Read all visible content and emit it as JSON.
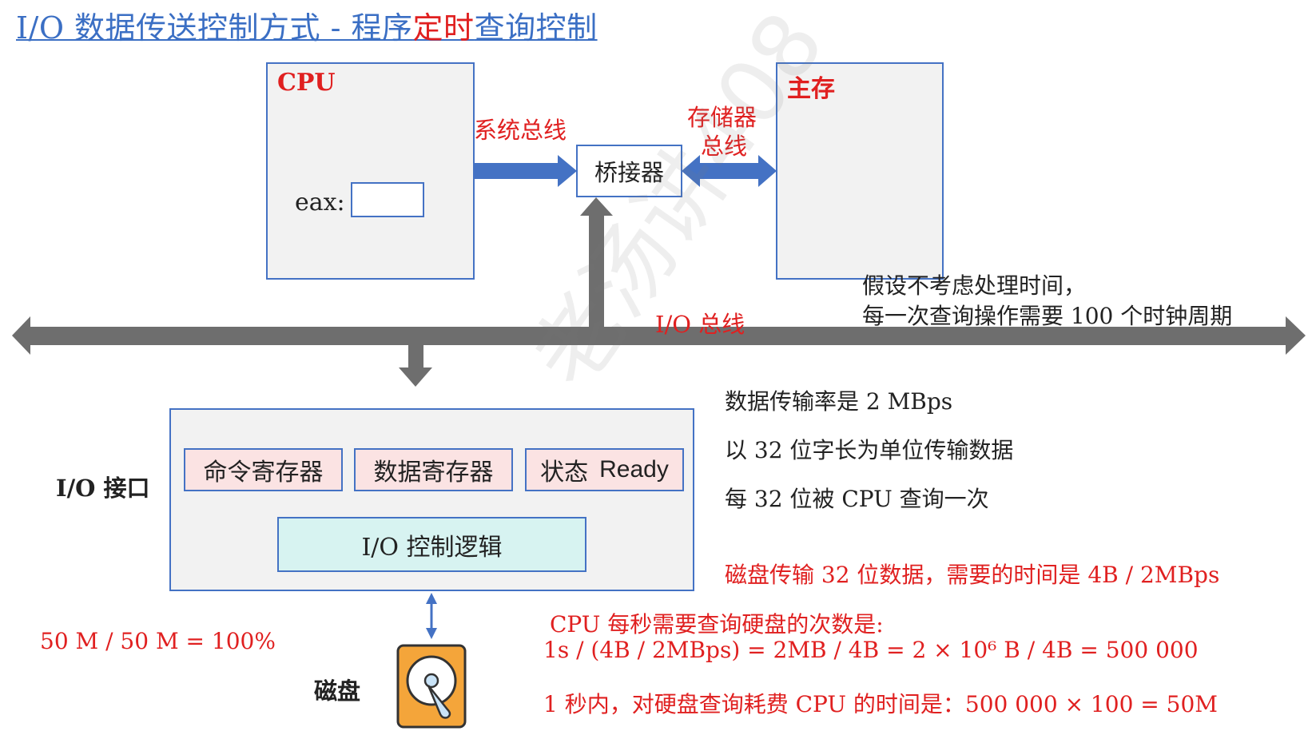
{
  "title": {
    "prefix": "I/O 数据传送控制方式 - 程序",
    "highlight": "定时",
    "suffix": "查询控制"
  },
  "cpu": {
    "label": "CPU",
    "register_label": "eax:"
  },
  "memory": {
    "label": "主存"
  },
  "bridge": {
    "label": "桥接器"
  },
  "buses": {
    "system_bus": "系统总线",
    "memory_bus_line1": "存储器",
    "memory_bus_line2": "总线",
    "io_bus": "I/O 总线"
  },
  "io_interface": {
    "label": "I/O 接口",
    "command_register": "命令寄存器",
    "data_register": "数据寄存器",
    "status_register": "状态",
    "status_value": "Ready",
    "control_logic": "I/O 控制逻辑"
  },
  "disk": {
    "label": "磁盘"
  },
  "assumptions": {
    "line1": "假设不考虑处理时间，",
    "line2": "每一次查询操作需要 100 个时钟周期"
  },
  "facts": {
    "rate": "数据传输率是 2 MBps",
    "unit": "以 32 位字长为单位传输数据",
    "poll": "每 32 位被 CPU 查询一次"
  },
  "calculations": {
    "transfer_time": "磁盘传输 32 位数据，需要的时间是 4B / 2MBps",
    "polls_title": "CPU 每秒需要查询硬盘的次数是:",
    "polls_formula": "1s / (4B / 2MBps) = 2MB / 4B = 2 × 10⁶ B / 4B =  500 000",
    "cpu_time": "1 秒内，对硬盘查询耗费 CPU 的时间是：500 000 × 100 = 50M",
    "ratio": "50 M / 50 M = 100%"
  },
  "watermark": "老汤讲408",
  "colors": {
    "title_blue": "#3b6fc4",
    "accent_red": "#e02020",
    "box_border": "#4472c4",
    "arrow_blue": "#4472c4",
    "bus_gray": "#6e6e6e"
  }
}
